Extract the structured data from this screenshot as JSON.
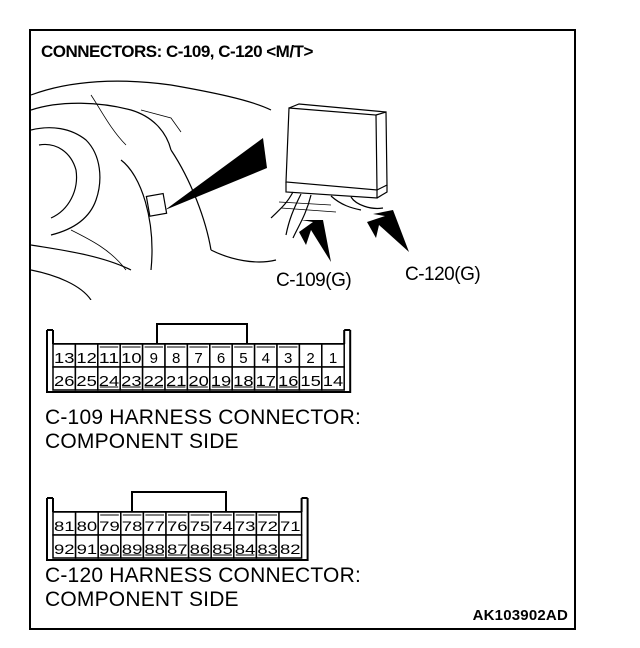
{
  "title": "CONNECTORS: C-109, C-120 <M/T>",
  "callouts": {
    "c109": "C-109(G)",
    "c120": "C-120(G)"
  },
  "connectors": [
    {
      "id": "c109",
      "top_row": [
        "13",
        "12",
        "11",
        "10",
        "9",
        "8",
        "7",
        "6",
        "5",
        "4",
        "3",
        "2",
        "1"
      ],
      "bottom_row": [
        "26",
        "25",
        "24",
        "23",
        "22",
        "21",
        "20",
        "19",
        "18",
        "17",
        "16",
        "15",
        "14"
      ],
      "caption_line1": "C-109 HARNESS CONNECTOR:",
      "caption_line2": "COMPONENT SIDE"
    },
    {
      "id": "c120",
      "top_row": [
        "81",
        "80",
        "79",
        "78",
        "77",
        "76",
        "75",
        "74",
        "73",
        "72",
        "71"
      ],
      "bottom_row": [
        "92",
        "91",
        "90",
        "89",
        "88",
        "87",
        "86",
        "85",
        "84",
        "83",
        "82"
      ],
      "caption_line1": "C-120 HARNESS CONNECTOR:",
      "caption_line2": "COMPONENT SIDE"
    }
  ],
  "footer_code": "AK103902AD"
}
